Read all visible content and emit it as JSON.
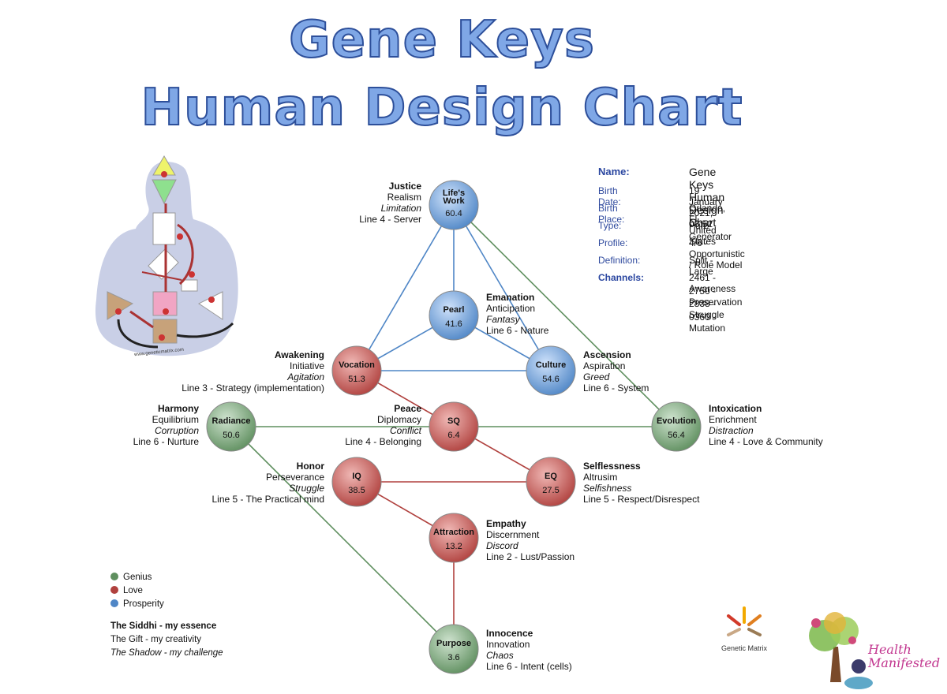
{
  "title": {
    "line1": "Gene Keys",
    "line2": "Human Design Chart"
  },
  "info": {
    "name_label": "Name:",
    "name": "Gene Keys Human Design Chart",
    "birth_date_label": "Birth Date:",
    "birth_date": "19 January 2021, 08:52",
    "birth_place_label": "Birth Place:",
    "birth_place": "Orlando, FL, United States",
    "type_label": "Type:",
    "type": "Pure Generator",
    "profile_label": "Profile:",
    "profile": "4/6 - Opportunistic / Role Model",
    "definition_label": "Definition:",
    "definition": "Split - Large",
    "channels_label": "Channels:",
    "channels": [
      "2461 - Awareness",
      "2750 - Preservation",
      "2838 - Struggle",
      "0360 - Mutation"
    ]
  },
  "colors": {
    "genius": "#5f8f5f",
    "love": "#b0413e",
    "prosperity": "#4f86c6"
  },
  "nodes": [
    {
      "id": "lifeswork",
      "name": "Life's Work",
      "value": "60.4",
      "color": "prosperity",
      "siddhi": "Justice",
      "gift": "Realism",
      "shadow": "Limitation",
      "line": "Line 4 - Server"
    },
    {
      "id": "pearl",
      "name": "Pearl",
      "value": "41.6",
      "color": "prosperity",
      "siddhi": "Emanation",
      "gift": "Anticipation",
      "shadow": "Fantasy",
      "line": "Line 6 - Nature"
    },
    {
      "id": "vocation",
      "name": "Vocation",
      "value": "51.3",
      "color": "love",
      "siddhi": "Awakening",
      "gift": "Initiative",
      "shadow": "Agitation",
      "line": "Line 3 - Strategy (implementation)"
    },
    {
      "id": "culture",
      "name": "Culture",
      "value": "54.6",
      "color": "prosperity",
      "siddhi": "Ascension",
      "gift": "Aspiration",
      "shadow": "Greed",
      "line": "Line 6 - System"
    },
    {
      "id": "radiance",
      "name": "Radiance",
      "value": "50.6",
      "color": "genius",
      "siddhi": "Harmony",
      "gift": "Equilibrium",
      "shadow": "Corruption",
      "line": "Line 6 - Nurture"
    },
    {
      "id": "sq",
      "name": "SQ",
      "value": "6.4",
      "color": "love",
      "siddhi": "Peace",
      "gift": "Diplomacy",
      "shadow": "Conflict",
      "line": "Line 4 - Belonging"
    },
    {
      "id": "evolution",
      "name": "Evolution",
      "value": "56.4",
      "color": "genius",
      "siddhi": "Intoxication",
      "gift": "Enrichment",
      "shadow": "Distraction",
      "line": "Line 4 - Love & Community"
    },
    {
      "id": "iq",
      "name": "IQ",
      "value": "38.5",
      "color": "love",
      "siddhi": "Honor",
      "gift": "Perseverance",
      "shadow": "Struggle",
      "line": "Line 5 - The Practical mind"
    },
    {
      "id": "eq",
      "name": "EQ",
      "value": "27.5",
      "color": "love",
      "siddhi": "Selflessness",
      "gift": "Altrusim",
      "shadow": "Selfishness",
      "line": "Line 5 - Respect/Disrespect"
    },
    {
      "id": "attraction",
      "name": "Attraction",
      "value": "13.2",
      "color": "love",
      "siddhi": "Empathy",
      "gift": "Discernment",
      "shadow": "Discord",
      "line": "Line 2 - Lust/Passion"
    },
    {
      "id": "purpose",
      "name": "Purpose",
      "value": "3.6",
      "color": "genius",
      "siddhi": "Innocence",
      "gift": "Innovation",
      "shadow": "Chaos",
      "line": "Line 6 - Intent (cells)"
    }
  ],
  "edges": [
    {
      "from": "lifeswork",
      "to": "pearl",
      "color": "prosperity"
    },
    {
      "from": "lifeswork",
      "to": "vocation",
      "color": "prosperity"
    },
    {
      "from": "lifeswork",
      "to": "culture",
      "color": "prosperity"
    },
    {
      "from": "lifeswork",
      "to": "evolution",
      "color": "genius"
    },
    {
      "from": "pearl",
      "to": "vocation",
      "color": "prosperity"
    },
    {
      "from": "pearl",
      "to": "culture",
      "color": "prosperity"
    },
    {
      "from": "vocation",
      "to": "culture",
      "color": "prosperity"
    },
    {
      "from": "vocation",
      "to": "sq",
      "color": "love"
    },
    {
      "from": "radiance",
      "to": "evolution",
      "color": "genius"
    },
    {
      "from": "radiance",
      "to": "purpose",
      "color": "genius"
    },
    {
      "from": "sq",
      "to": "eq",
      "color": "love"
    },
    {
      "from": "iq",
      "to": "eq",
      "color": "love"
    },
    {
      "from": "iq",
      "to": "attraction",
      "color": "love"
    },
    {
      "from": "attraction",
      "to": "purpose",
      "color": "love"
    }
  ],
  "legend": {
    "items": [
      {
        "label": "Genius",
        "color": "genius"
      },
      {
        "label": "Love",
        "color": "love"
      },
      {
        "label": "Prosperity",
        "color": "prosperity"
      }
    ],
    "siddhi": "The Siddhi - my essence",
    "gift": "The Gift - my creativity",
    "shadow": "The Shadow - my challenge"
  },
  "logos": {
    "genetic_matrix": "Genetic Matrix",
    "health_1": "Health",
    "health_2": "Manifested"
  },
  "bodygraph_caption": "www.geneticmatrix.com"
}
